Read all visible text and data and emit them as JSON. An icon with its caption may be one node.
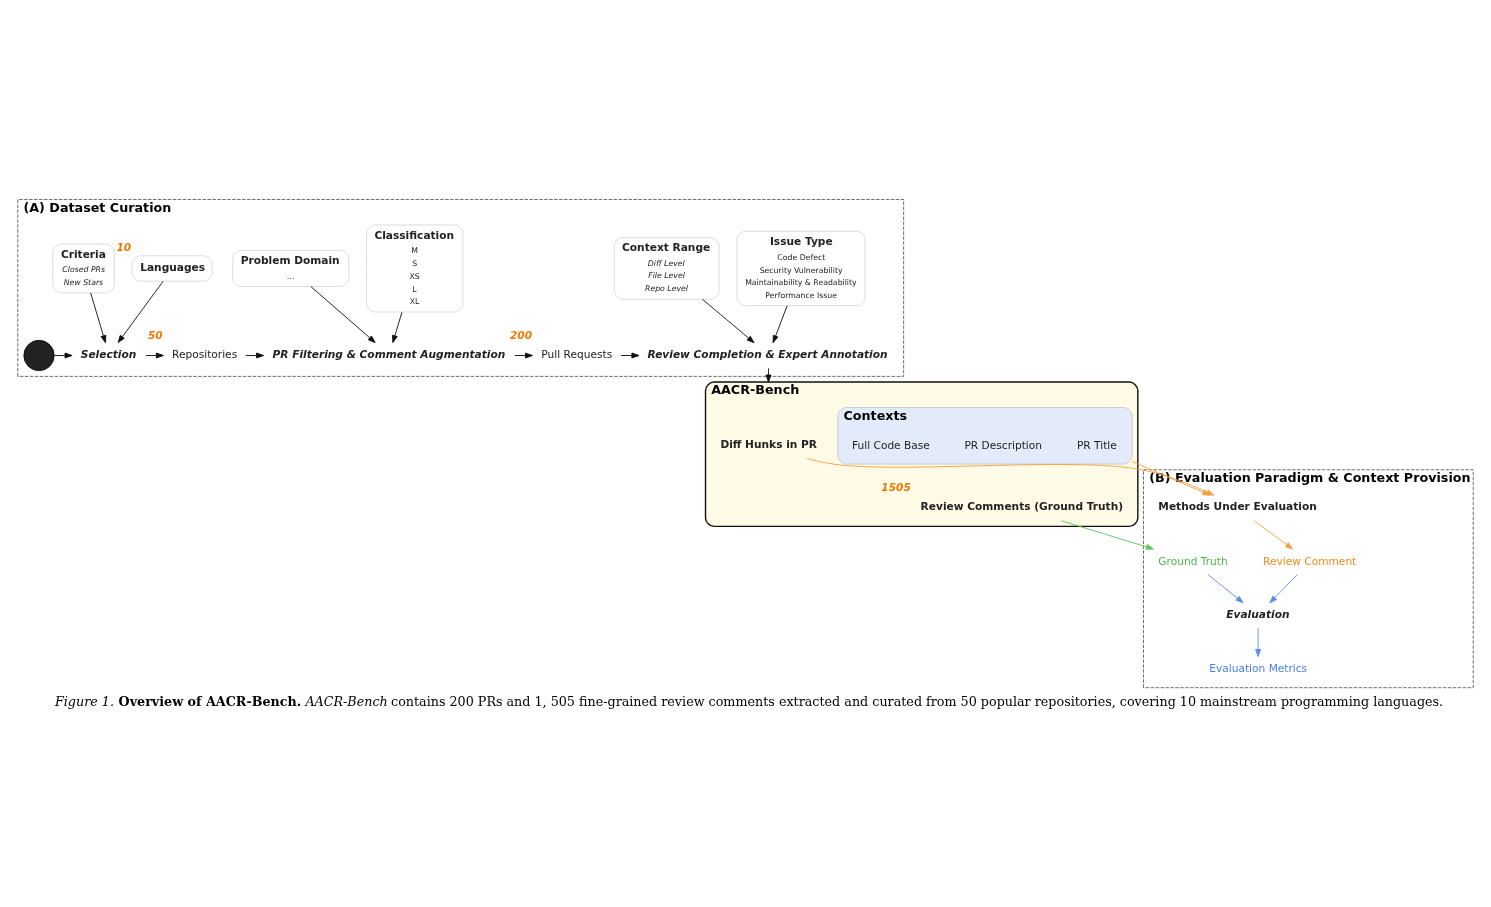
{
  "diagram": {
    "caption": "*Figure 1.* **Overview of AACR-Bench.** *AACR-Bench* contains 200 PRs and 1, 505 fine-grained review comments extracted and curated from 50 popular repositories, covering 10 mainstream programming languages.",
    "nodes": [
      {
        "text": [
          "(A) Dataset Curation"
        ]
      },
      {
        "text": [
          "Languages"
        ],
        "in": 0,
        "beside": [
          "10"
        ]
      },
      {
        "text": [
          "Criteria",
          "Closed PRs",
          "New Stars"
        ],
        "in": 0
      },
      {
        "text": [
          "Classification",
          "M",
          "S",
          "XS",
          "L",
          "XL"
        ],
        "in": 0
      },
      {
        "text": [
          "Problem Domain",
          "…"
        ],
        "in": 0
      },
      {
        "text": [
          "Issue Type",
          "Code Defect",
          "Security Vulnerability",
          "Maintainability & Readability",
          "Performance Issue"
        ],
        "in": 0
      },
      {
        "text": [
          "Context Range",
          "Diff Level",
          "File Level",
          "Repo Level"
        ],
        "in": 0
      },
      {
        "text": [],
        "shape": "circle",
        "in": 0
      },
      {
        "text": [
          "Selection"
        ],
        "in": 0
      },
      {
        "text": [
          "Repositories"
        ],
        "in": 0,
        "beside": [
          "50"
        ]
      },
      {
        "text": [
          "PR Filtering & Comment Augmentation"
        ],
        "in": 0
      },
      {
        "text": [
          "Pull Requests"
        ],
        "in": 0,
        "beside": [
          "200"
        ]
      },
      {
        "text": [
          "Review Completion & Expert Annotation"
        ],
        "in": 0
      },
      {
        "text": [
          "AACR-Bench"
        ]
      },
      {
        "text": [
          "Diff Hunks in PR"
        ],
        "in": 13
      },
      {
        "text": [
          "Contexts"
        ],
        "in": 13
      },
      {
        "text": [
          "PR Title"
        ],
        "in": 15
      },
      {
        "text": [
          "PR Description"
        ],
        "in": 15
      },
      {
        "text": [
          "Full Code Base"
        ],
        "in": 15
      },
      {
        "text": [
          "Review Comments (Ground Truth)"
        ],
        "in": 13,
        "beside": [
          "1505"
        ]
      },
      {
        "text": [
          "(B) Evaluation Paradigm & Context Provision"
        ]
      },
      {
        "text": [
          "Methods Under Evaluation"
        ],
        "in": 20
      },
      {
        "text": [
          "Review Comment"
        ],
        "in": 20
      },
      {
        "text": [
          "Ground Truth"
        ],
        "in": 20
      },
      {
        "text": [
          "Evaluation"
        ],
        "in": 20
      },
      {
        "text": [
          "Evaluation Metrics"
        ],
        "in": 20
      }
    ],
    "edges": [
      {
        "from": 1,
        "to": 8,
        "arrow": "to"
      },
      {
        "from": 2,
        "to": 8,
        "arrow": "to"
      },
      {
        "from": 7,
        "to": 8,
        "arrow": "to"
      },
      {
        "from": 8,
        "to": 9,
        "arrow": "to"
      },
      {
        "from": 9,
        "to": 10,
        "arrow": "to"
      },
      {
        "from": 3,
        "to": 10,
        "arrow": "to"
      },
      {
        "from": 4,
        "to": 10,
        "arrow": "to"
      },
      {
        "from": 10,
        "to": 11,
        "arrow": "to"
      },
      {
        "from": 11,
        "to": 12,
        "arrow": "to"
      },
      {
        "from": 5,
        "to": 12,
        "arrow": "to"
      },
      {
        "from": 6,
        "to": 12,
        "arrow": "to"
      },
      {
        "from": 12,
        "to": 13,
        "arrow": "to"
      },
      {
        "from": 14,
        "to": 21,
        "arrow": "to",
        "color": "#f5a040"
      },
      {
        "from": 15,
        "to": 21,
        "arrow": "to",
        "color": "#f5a040"
      },
      {
        "from": 19,
        "to": 23,
        "arrow": "to",
        "color": "#5cc85a"
      },
      {
        "from": 21,
        "to": 22,
        "arrow": "to",
        "color": "#f5a040"
      },
      {
        "from": 22,
        "to": 24,
        "arrow": "to",
        "color": "#5b8def"
      },
      {
        "from": 23,
        "to": 24,
        "arrow": "to",
        "color": "#5b8def"
      },
      {
        "from": 24,
        "to": 25,
        "arrow": "to",
        "color": "#5b8def"
      }
    ]
  }
}
